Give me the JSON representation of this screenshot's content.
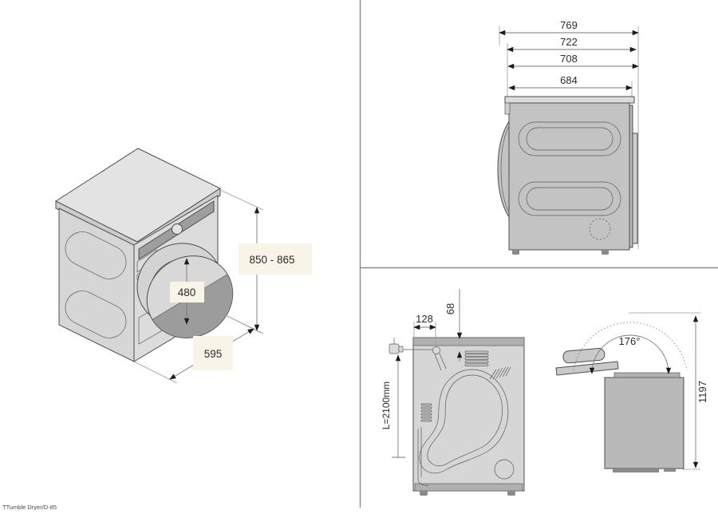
{
  "footer": {
    "label": "TTumble Dryer/D-85"
  },
  "colors": {
    "label_background": "#f8f4e7",
    "machine_gray": "#c9c9c9",
    "outline": "#4d4d4d",
    "background": "#ffffff"
  },
  "views": {
    "isometric": {
      "height_range": "850 - 865",
      "door_diameter": "480",
      "width": "595"
    },
    "side": {
      "dim1": "769",
      "dim2": "722",
      "dim3": "708",
      "dim4": "684"
    },
    "rear": {
      "cord_horizontal_offset": "128",
      "cord_vertical_offset": "68",
      "cord_length": "L=2100mm"
    },
    "door_open": {
      "opening_angle": "176°",
      "height_door_open": "1197"
    }
  }
}
